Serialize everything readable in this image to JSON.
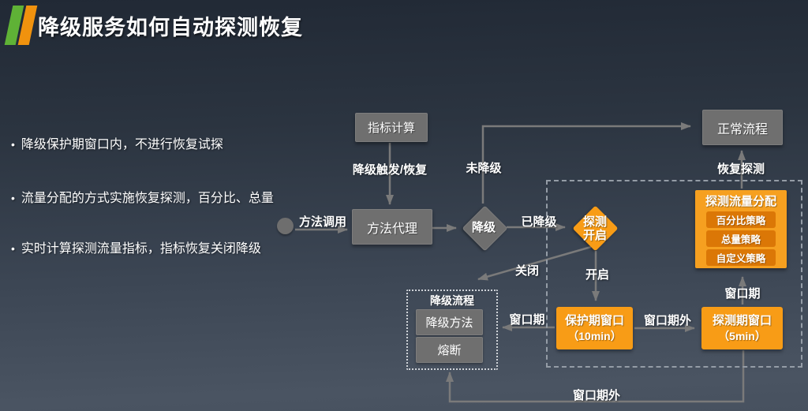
{
  "title": "降级服务如何自动探测恢复",
  "bullets": [
    "降级保护期窗口内，不进行恢复试探",
    "流量分配的方式实施恢复探测，百分比、总量",
    "实时计算探测流量指标，指标恢复关闭降级"
  ],
  "flowchart": {
    "nodes": {
      "metric_calc": "指标计算",
      "method_proxy": "方法代理",
      "degrade_decision": "降级",
      "normal_flow": "正常流程",
      "probe_on_decision": {
        "line1": "探测",
        "line2": "开启"
      },
      "probe_traffic": {
        "title": "探测流量分配",
        "strategies": [
          "百分比策略",
          "总量策略",
          "自定义策略"
        ]
      },
      "protect_window": {
        "line1": "保护期窗口",
        "line2": "（10min）"
      },
      "probe_window": {
        "line1": "探测期窗口",
        "line2": "（5min）"
      },
      "degrade_flow": {
        "title": "降级流程",
        "items": [
          "降级方法",
          "熔断"
        ]
      }
    },
    "edge_labels": {
      "method_call": "方法调用",
      "degrade_trigger": "降级触发/恢复",
      "not_degraded": "未降级",
      "degraded": "已降级",
      "recover_probe": "恢复探测",
      "close": "关闭",
      "open": "开启",
      "window_left": "窗口期",
      "window_out_mid": "窗口期外",
      "window_right": "窗口期",
      "window_out_bottom": "窗口期外"
    }
  },
  "colors": {
    "accent_green": "#5fb236",
    "accent_orange": "#f0920e",
    "node_gray": "#6f6f6f",
    "node_orange": "#f89c16",
    "node_orange_dark": "#db7706",
    "background_top": "#212935",
    "background_bottom": "#4a5462"
  }
}
